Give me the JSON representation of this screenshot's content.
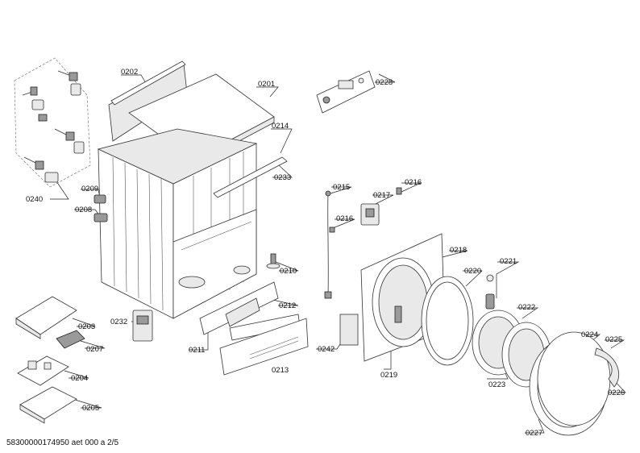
{
  "diagram": {
    "footer": "58300000174950 aet 000 a 2/5",
    "labels": {
      "p0201": "0201",
      "p0202": "0202",
      "p0203": "0203",
      "p0204": "0204",
      "p0205": "0205",
      "p0207": "0207",
      "p0208": "0208",
      "p0209": "0209",
      "p0210": "0210",
      "p0211": "0211",
      "p0212": "0212",
      "p0213": "0213",
      "p0214": "0214",
      "p0215": "0215",
      "p0216a": "0216",
      "p0216b": "0216",
      "p0217": "0217",
      "p0218": "0218",
      "p0219": "0219",
      "p0220": "0220",
      "p0221": "0221",
      "p0222": "0222",
      "p0223": "0223",
      "p0224": "0224",
      "p0225": "0225",
      "p0226": "0226",
      "p0227": "0227",
      "p0228": "0228",
      "p0232": "0232",
      "p0233": "0233",
      "p0240": "0240",
      "p0242": "0242"
    }
  }
}
